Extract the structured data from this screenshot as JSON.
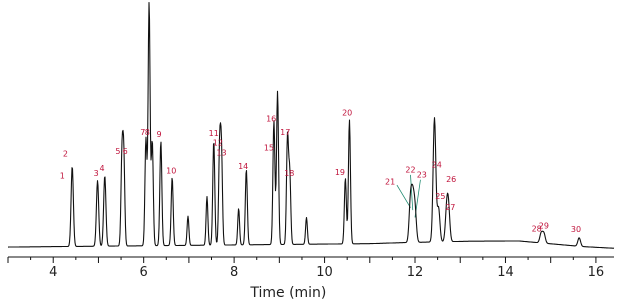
{
  "chart_data": {
    "type": "line",
    "title": "",
    "xlabel": "Time (min)",
    "ylabel": "",
    "xlim": [
      3.0,
      16.4
    ],
    "ylim": [
      0,
      100
    ],
    "x_ticks": [
      4,
      6,
      8,
      10,
      12,
      14,
      16
    ],
    "grid": false,
    "legend": "none",
    "colors": {
      "trace": "#111111",
      "peak_label": "#c0143c",
      "connector": "#1f8a70",
      "axis": "#111111"
    },
    "baseline": [
      {
        "x": 3.0,
        "y": 0.8
      },
      {
        "x": 11.0,
        "y": 2.2
      },
      {
        "x": 11.7,
        "y": 2.6
      },
      {
        "x": 13.2,
        "y": 3.2
      },
      {
        "x": 14.3,
        "y": 3.3
      },
      {
        "x": 15.7,
        "y": 1.0
      },
      {
        "x": 16.4,
        "y": 0.3
      }
    ],
    "peaks": [
      {
        "x": 4.42,
        "y": 33,
        "w": 0.025
      },
      {
        "x": 4.98,
        "y": 27,
        "w": 0.025
      },
      {
        "x": 5.14,
        "y": 29,
        "w": 0.025
      },
      {
        "x": 5.52,
        "y": 36,
        "w": 0.022
      },
      {
        "x": 5.56,
        "y": 36,
        "w": 0.022
      },
      {
        "x": 6.05,
        "y": 44,
        "w": 0.022
      },
      {
        "x": 6.12,
        "y": 100,
        "w": 0.022
      },
      {
        "x": 6.19,
        "y": 43,
        "w": 0.022
      },
      {
        "x": 6.38,
        "y": 43,
        "w": 0.022
      },
      {
        "x": 6.63,
        "y": 28,
        "w": 0.022
      },
      {
        "x": 6.98,
        "y": 12,
        "w": 0.02
      },
      {
        "x": 7.4,
        "y": 20,
        "w": 0.02
      },
      {
        "x": 7.55,
        "y": 43,
        "w": 0.022
      },
      {
        "x": 7.68,
        "y": 39,
        "w": 0.022
      },
      {
        "x": 7.72,
        "y": 37,
        "w": 0.022
      },
      {
        "x": 8.1,
        "y": 15,
        "w": 0.02
      },
      {
        "x": 8.27,
        "y": 31,
        "w": 0.022
      },
      {
        "x": 8.88,
        "y": 51,
        "w": 0.022
      },
      {
        "x": 8.96,
        "y": 63,
        "w": 0.022
      },
      {
        "x": 9.18,
        "y": 44,
        "w": 0.022
      },
      {
        "x": 9.23,
        "y": 29,
        "w": 0.022
      },
      {
        "x": 9.6,
        "y": 11,
        "w": 0.02
      },
      {
        "x": 10.46,
        "y": 27,
        "w": 0.022
      },
      {
        "x": 10.55,
        "y": 51,
        "w": 0.022
      },
      {
        "x": 11.9,
        "y": 17,
        "w": 0.03
      },
      {
        "x": 11.95,
        "y": 16,
        "w": 0.03
      },
      {
        "x": 12.0,
        "y": 13,
        "w": 0.03
      },
      {
        "x": 12.43,
        "y": 51,
        "w": 0.03
      },
      {
        "x": 12.52,
        "y": 14,
        "w": 0.03
      },
      {
        "x": 12.7,
        "y": 12,
        "w": 0.03
      },
      {
        "x": 12.74,
        "y": 13,
        "w": 0.03
      },
      {
        "x": 14.79,
        "y": 4,
        "w": 0.03
      },
      {
        "x": 14.85,
        "y": 4,
        "w": 0.03
      },
      {
        "x": 15.63,
        "y": 3.5,
        "w": 0.03
      }
    ],
    "peak_labels": [
      {
        "label": "1",
        "x": 4.2,
        "y": 29
      },
      {
        "label": "2",
        "x": 4.27,
        "y": 38
      },
      {
        "label": "3",
        "x": 4.95,
        "y": 30
      },
      {
        "label": "4",
        "x": 5.08,
        "y": 32
      },
      {
        "label": "5",
        "x": 5.43,
        "y": 39
      },
      {
        "label": "6",
        "x": 5.59,
        "y": 39
      },
      {
        "label": "7",
        "x": 5.98,
        "y": 47
      },
      {
        "label": "8",
        "x": 6.08,
        "y": 47
      },
      {
        "label": "9",
        "x": 6.34,
        "y": 46
      },
      {
        "label": "10",
        "x": 6.61,
        "y": 31
      },
      {
        "label": "11",
        "x": 7.55,
        "y": 46.5
      },
      {
        "label": "12",
        "x": 7.64,
        "y": 42.5
      },
      {
        "label": "13",
        "x": 7.72,
        "y": 38.5
      },
      {
        "label": "14",
        "x": 8.2,
        "y": 33
      },
      {
        "label": "15",
        "x": 8.77,
        "y": 40.5
      },
      {
        "label": "16",
        "x": 8.82,
        "y": 52.5
      },
      {
        "label": "17",
        "x": 9.13,
        "y": 47
      },
      {
        "label": "18",
        "x": 9.22,
        "y": 30
      },
      {
        "label": "19",
        "x": 10.34,
        "y": 30.5
      },
      {
        "label": "20",
        "x": 10.5,
        "y": 55
      },
      {
        "label": "21",
        "x": 11.45,
        "y": 26.5
      },
      {
        "label": "22",
        "x": 11.9,
        "y": 31.5
      },
      {
        "label": "23",
        "x": 12.15,
        "y": 29.5
      },
      {
        "label": "24",
        "x": 12.48,
        "y": 33.5
      },
      {
        "label": "25",
        "x": 12.56,
        "y": 20.5
      },
      {
        "label": "26",
        "x": 12.8,
        "y": 27.5
      },
      {
        "label": "27",
        "x": 12.78,
        "y": 16
      },
      {
        "label": "28",
        "x": 14.69,
        "y": 7.3
      },
      {
        "label": "29",
        "x": 14.85,
        "y": 8.5
      },
      {
        "label": "30",
        "x": 15.56,
        "y": 7
      }
    ],
    "connectors": [
      {
        "from": [
          11.6,
          26.3
        ],
        "to": [
          11.9,
          17
        ]
      },
      {
        "from": [
          11.9,
          30.5
        ],
        "to": [
          11.95,
          16
        ]
      },
      {
        "from": [
          12.12,
          28.5
        ],
        "to": [
          12.0,
          13
        ]
      }
    ]
  }
}
